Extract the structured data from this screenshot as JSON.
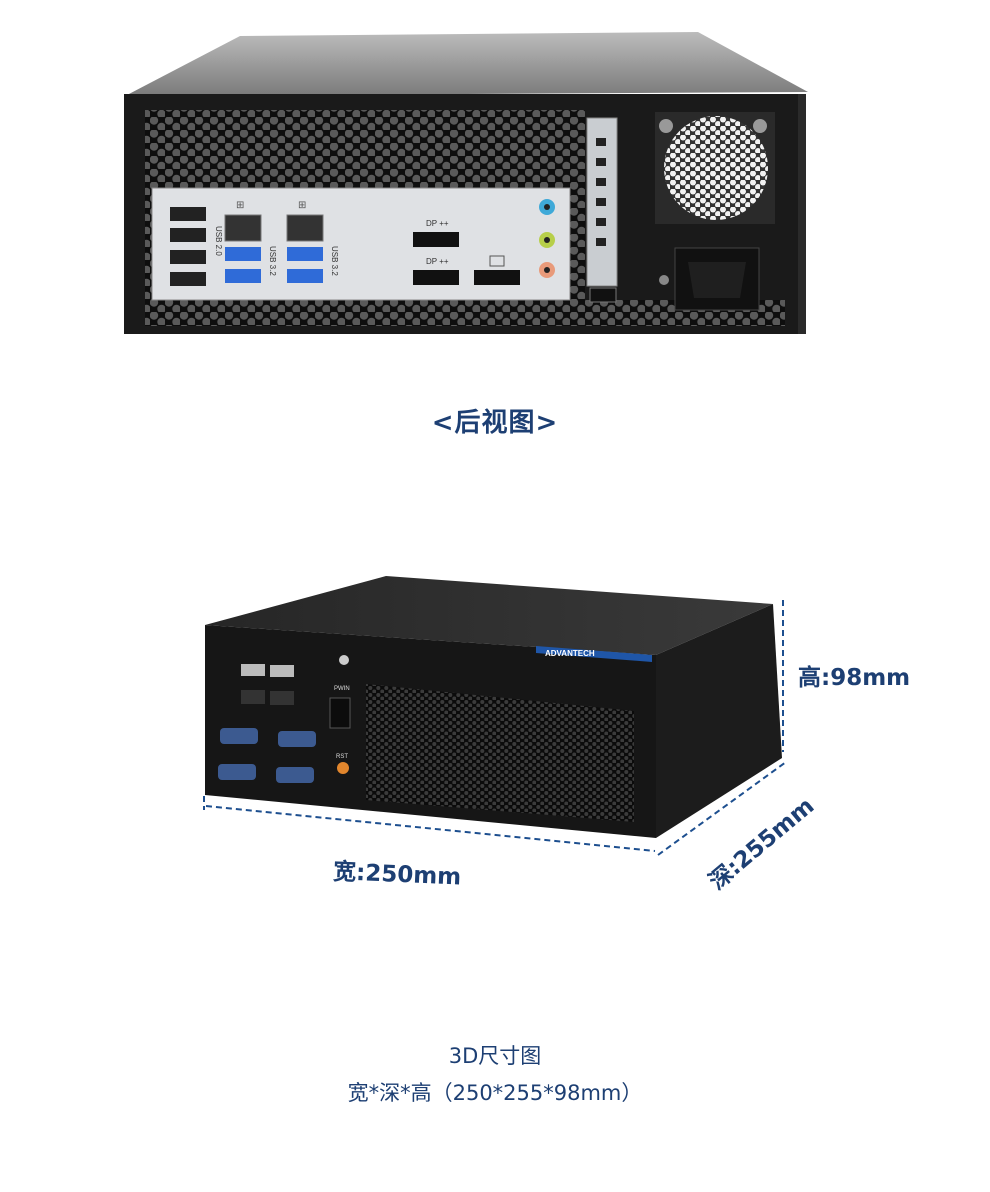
{
  "rear_view": {
    "caption": "<后视图>",
    "labels": {
      "usb20": "USB 2.0",
      "usb32_a": "USB 3.2",
      "usb32_b": "USB 3.2",
      "dp_top": "DP ++",
      "dp_bottom": "DP ++"
    }
  },
  "front_view": {
    "brand": "ADVANTECH",
    "pwin": "PWIN",
    "rst": "RST"
  },
  "dimensions": {
    "height_label": "高:98mm",
    "width_label": "宽:250mm",
    "depth_label": "深:255mm"
  },
  "footer": {
    "title": "3D尺寸图",
    "summary": "宽*深*高（250*255*98mm）"
  },
  "colors": {
    "caption_blue": "#1d3f73",
    "chassis_black": "#1a1a1a",
    "io_shield": "#dfe1e4",
    "usb3_blue": "#2f6bd8",
    "dimension_line": "#1d4f8f"
  }
}
